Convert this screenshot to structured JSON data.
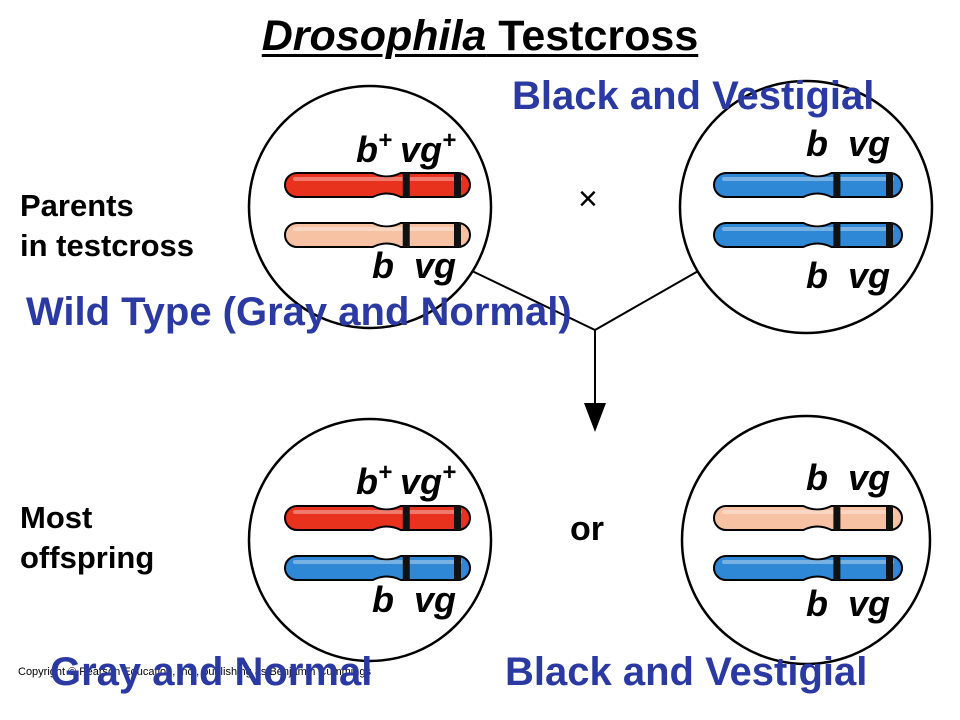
{
  "title": {
    "italic_part": "Drosophila",
    "rest": " Testcross"
  },
  "labels": {
    "parents": [
      "Parents",
      "in testcross"
    ],
    "offspring": [
      "Most",
      "offspring"
    ],
    "cross_symbol": "×",
    "or_text": "or"
  },
  "captions": {
    "parent_right": "Black and Vestigial",
    "parent_left": "Wild Type (Gray and Normal)",
    "offspring_left": "Gray and Normal",
    "offspring_right": "Black and Vestigial"
  },
  "gene_labels": {
    "parent_left_top": [
      "b",
      "+",
      "vg",
      "+"
    ],
    "parent_left_bottom": [
      "b",
      "",
      "vg",
      ""
    ],
    "parent_right_top": [
      "b",
      "",
      "vg",
      ""
    ],
    "parent_right_bottom": [
      "b",
      "",
      "vg",
      ""
    ],
    "offspring_left_top": [
      "b",
      "+",
      "vg",
      "+"
    ],
    "offspring_left_bottom": [
      "b",
      "",
      "vg",
      ""
    ],
    "offspring_right_top": [
      "b",
      "",
      "vg",
      ""
    ],
    "offspring_right_bottom": [
      "b",
      "",
      "vg",
      ""
    ]
  },
  "copyright": "Copyright © Pearson Education, Inc., publishing as Benjamin Cummings",
  "colors": {
    "red": "#e8321e",
    "pink": "#f7c2a3",
    "blue": "#2f88d6",
    "caption_blue": "#2b3aa3"
  }
}
